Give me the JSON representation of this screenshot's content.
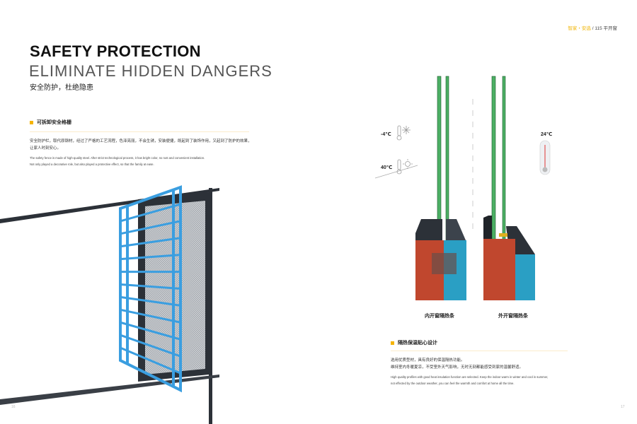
{
  "left_page": {
    "title": "SAFETY PROTECTION",
    "subtitle": "ELIMINATE HIDDEN DANGERS",
    "tagline": "安全防护，杜绝隐患",
    "section": {
      "heading": "可拆卸安全格栅",
      "zh_lines": [
        "安全防护栏，取代原钢材，经过了严格的工艺流程，色泽亮丽，不会生锈，安装便捷，既起到了装饰作用，又起到了防护的效果，",
        "让家人时刻安心。"
      ],
      "en_lines": [
        "The safety fence is made of high-quality steel. After strict technological process, it has bright color, no rust and convenient installation.",
        "Not only played a decorative role, but also played a protective effect, so that the family at ease."
      ]
    },
    "page_number": "16"
  },
  "right_page": {
    "breadcrumb": {
      "brand": "智家・安选",
      "separator": " / ",
      "product": "115 平开窗"
    },
    "temps": {
      "cold": "-4℃",
      "hot": "40℃",
      "indoor": "24℃"
    },
    "profile_labels": [
      "内开窗隔热条",
      "外开窗隔热条"
    ],
    "section": {
      "heading": "隔热保温贴心设计",
      "zh_lines": [
        "选用优质型材，具有良好的保温隔热功能。",
        "维持室内冬暖夏凉，不受室外天气影响，无时无刻都能感受到家的温馨舒适。"
      ],
      "en_lines": [
        "High quality profiles with good heat insulation function are selected. Keep the indoor warm in winter and cool in summer,",
        "not effected by the outdoor weather, you can feel the warmth and comfort at home all the time."
      ]
    },
    "page_number": "17"
  },
  "colors": {
    "accent": "#f5b400",
    "grille": "#3a9ee0",
    "frame": "#2c3138",
    "warm": "#c0472e",
    "cool": "#2a9fc4",
    "glass": "#4caf64"
  }
}
